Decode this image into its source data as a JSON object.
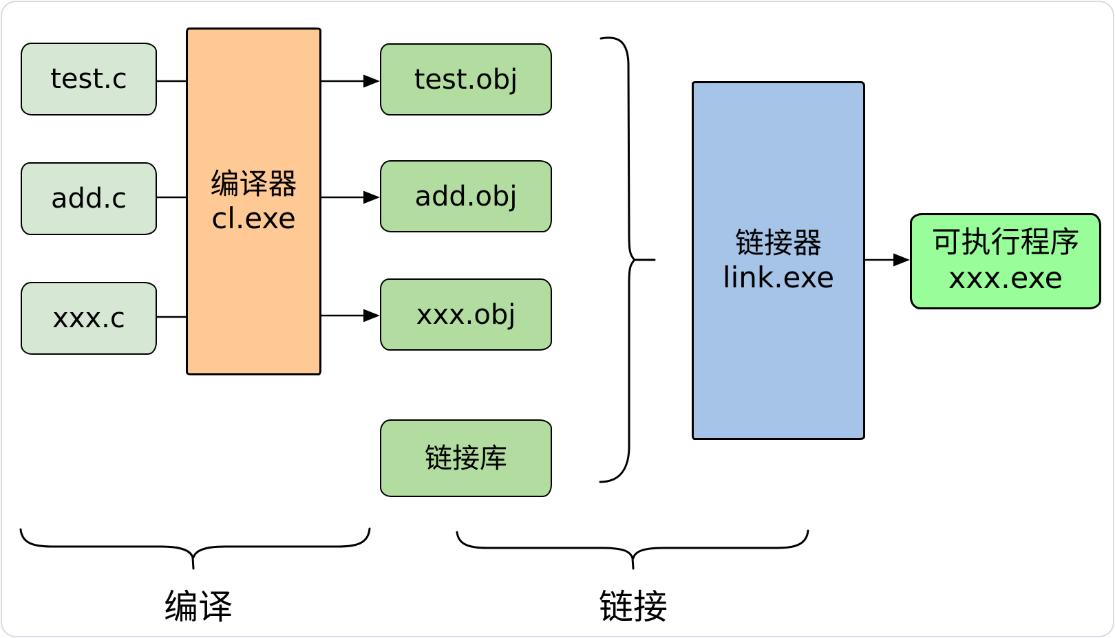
{
  "diagram": {
    "title_implicit": "C build pipeline: compile and link",
    "source_files": [
      {
        "label": "test.c"
      },
      {
        "label": "add.c"
      },
      {
        "label": "xxx.c"
      }
    ],
    "compiler": {
      "line1": "编译器",
      "line2": "cl.exe"
    },
    "object_files": [
      {
        "label": "test.obj"
      },
      {
        "label": "add.obj"
      },
      {
        "label": "xxx.obj"
      }
    ],
    "link_library": {
      "label": "链接库"
    },
    "linker": {
      "line1": "链接器",
      "line2": "link.exe"
    },
    "executable": {
      "line1": "可执行程序",
      "line2": "xxx.exe"
    },
    "stage_labels": {
      "compile": "编译",
      "link": "链接"
    },
    "colors": {
      "source_file_fill": "#d6e8d4",
      "object_file_fill": "#b3dda0",
      "compiler_fill": "#fec994",
      "linker_fill": "#a6c4e8",
      "executable_fill": "#99fd99",
      "stroke": "#000000",
      "frame_border": "#d9d9e0",
      "background": "#ffffff"
    }
  }
}
